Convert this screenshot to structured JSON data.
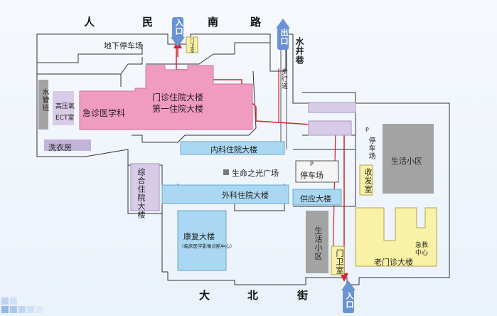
{
  "roads": {
    "north": [
      "人",
      "民",
      "南",
      "路"
    ],
    "south": [
      "大",
      "北",
      "街"
    ],
    "lane": "水井巷"
  },
  "gates": {
    "north_entrance": "入口",
    "north_exit": "出口",
    "south_entrance": "入口"
  },
  "labels": {
    "underground_parking": "地下停车场",
    "guard_small": "门卫室",
    "lane_walkway": "步行道",
    "water_station": "水管班",
    "hyperbaric": "高压氧",
    "ect": "ECT室",
    "emergency": "急诊医学科",
    "outpatient_line1": "门诊住院大楼",
    "outpatient_line2": "第一住院大楼",
    "laundry": "洗衣房",
    "internal_ward": "内科住院大楼",
    "life_plaza": "生命之光广场",
    "parking_center": "停车场",
    "parking_east": "停车场",
    "living_area_east": "生活小区",
    "general_ward": "综合住院大楼",
    "surgery_ward": "外科住院大楼",
    "supply": "供应大楼",
    "dispatch": "收发室",
    "rehab_line1": "康复大楼",
    "rehab_line2": "（临床医学影像诊断中心）",
    "living_area_south": "生活小区",
    "guard_south": "门卫室",
    "old_outpatient": "老门诊大楼",
    "emergency_center": "急救中心",
    "parking_symbol": "P"
  },
  "colors": {
    "outpatient": "#f29bc0",
    "ward_blue": "#aad8f2",
    "purple": "#d8cbe8",
    "gray_building": "#a3a3a3",
    "yellow": "#f8f1a6",
    "route_red": "#d6212b",
    "gate_blue": "#6a93d4"
  }
}
